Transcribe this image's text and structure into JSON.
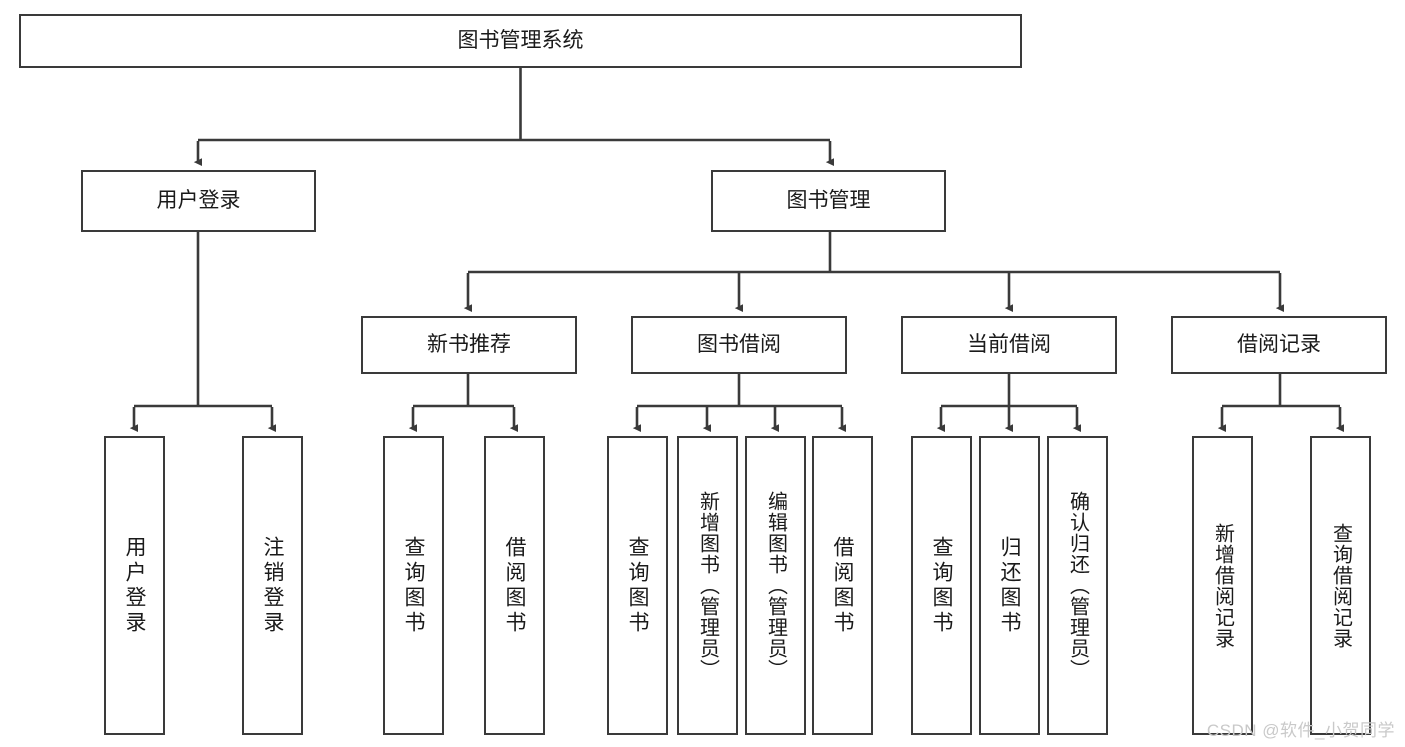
{
  "diagram": {
    "title_text": "图书管理系统",
    "watermark": "CSDN @软件_小贺同学",
    "line_color": "#3a3a3a",
    "box_border_color": "#3a3a3a",
    "box_fill_color": "#ffffff",
    "text_color": "#1a1a1a",
    "watermark_color": "#c9c9c9"
  },
  "root": {
    "label": "图书管理系统"
  },
  "level2": [
    {
      "label": "用户登录"
    },
    {
      "label": "图书管理"
    }
  ],
  "level3": [
    {
      "label": "新书推荐"
    },
    {
      "label": "图书借阅"
    },
    {
      "label": "当前借阅"
    },
    {
      "label": "借阅记录"
    }
  ],
  "leaves": {
    "user_login": [
      {
        "label": "用户登录"
      },
      {
        "label": "注销登录"
      }
    ],
    "new_book_recommend": [
      {
        "label": "查询图书"
      },
      {
        "label": "借阅图书"
      }
    ],
    "book_borrow": [
      {
        "label": "查询图书"
      },
      {
        "label": "新增图书（管理员）"
      },
      {
        "label": "编辑图书（管理员）"
      },
      {
        "label": "借阅图书"
      }
    ],
    "current_borrow": [
      {
        "label": "查询图书"
      },
      {
        "label": "归还图书"
      },
      {
        "label": "确认归还（管理员）"
      }
    ],
    "borrow_record": [
      {
        "label": "新增借阅记录"
      },
      {
        "label": "查询借阅记录"
      }
    ]
  }
}
